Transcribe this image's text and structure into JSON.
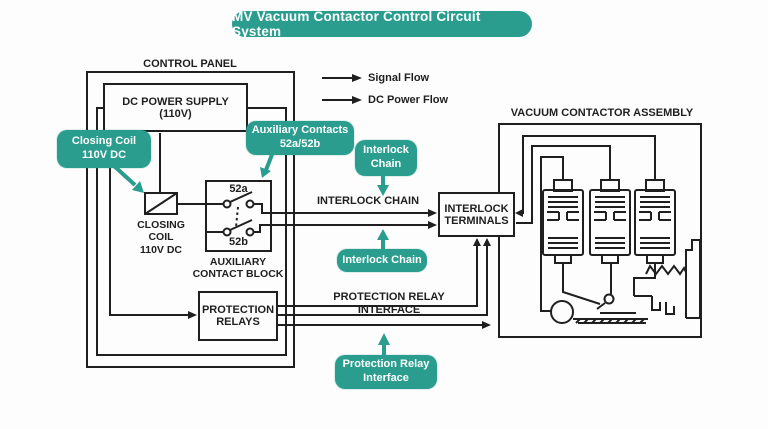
{
  "title": "MV Vacuum Contactor Control Circuit System",
  "colors": {
    "accent_teal": "#2a9d8f",
    "line_black": "#1f1f1f",
    "background": "#fdfdfd"
  },
  "legend": {
    "signal_flow": "Signal Flow",
    "dc_power_flow": "DC Power Flow"
  },
  "control_panel": {
    "label": "CONTROL PANEL",
    "dc_power_supply": {
      "line1": "DC POWER SUPPLY",
      "line2": "(110V)"
    },
    "closing_coil_label": {
      "line1": "CLOSING",
      "line2": "COIL",
      "line3": "110V DC"
    },
    "aux_contact_block": {
      "contact_top": "52a",
      "contact_bottom": "52b",
      "label_line1": "AUXILIARY",
      "label_line2": "CONTACT BLOCK"
    },
    "protection_relays": {
      "line1": "PROTECTION",
      "line2": "RELAYS"
    }
  },
  "interlock_terminals": {
    "line1": "INTERLOCK",
    "line2": "TERMINALS"
  },
  "flow_labels": {
    "interlock_chain": "INTERLOCK CHAIN",
    "protection_relay_interface": "PROTECTION RELAY INTERFACE"
  },
  "assembly": {
    "label": "VACUUM CONTACTOR ASSEMBLY"
  },
  "badges": {
    "closing_coil": {
      "line1": "Closing Coil",
      "line2": "110V DC"
    },
    "aux_contacts": {
      "line1": "Auxiliary Contacts",
      "line2": "52a/52b"
    },
    "interlock_top": {
      "line1": "Interlock",
      "line2": "Chain"
    },
    "interlock_bottom": {
      "label": "Interlock Chain"
    },
    "protection_relay": {
      "line1": "Protection Relay",
      "line2": "Interface"
    }
  }
}
